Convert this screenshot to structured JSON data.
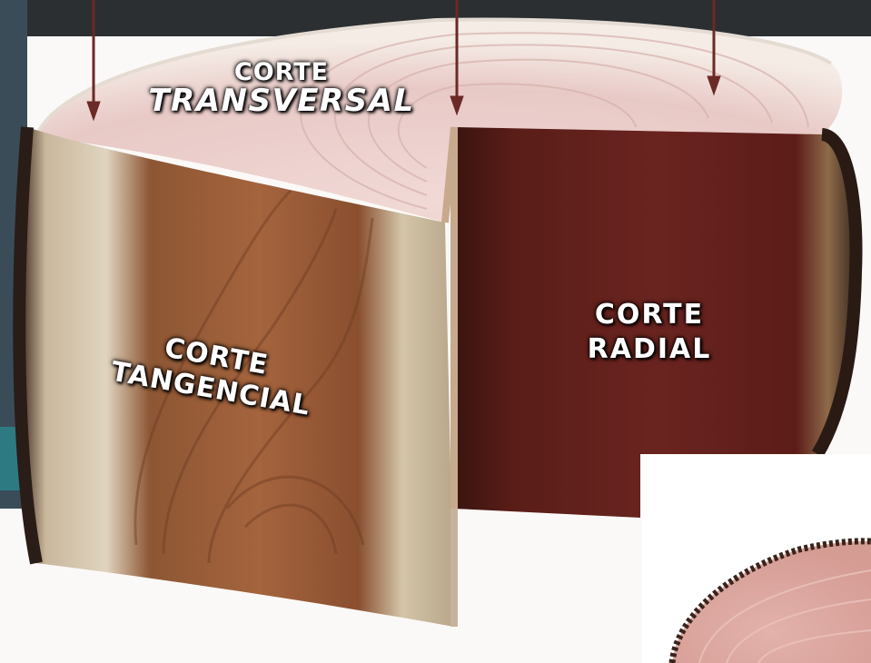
{
  "labels": {
    "transversal": [
      "CORTE",
      "TRANSVERSAL"
    ],
    "radial": [
      "CORTE",
      "RADIAL"
    ],
    "tangencial": [
      "CORTE",
      "TANGENCIAL"
    ]
  },
  "colors": {
    "top_face": "#ecd0cd",
    "radial_face": "#5a1c18",
    "tangential_face": "#a06a45",
    "sapwood": "#d8cdb8",
    "bark": "#2a1c16",
    "arrow": "#6b2a26",
    "inset_slice": "#d9a49d"
  }
}
